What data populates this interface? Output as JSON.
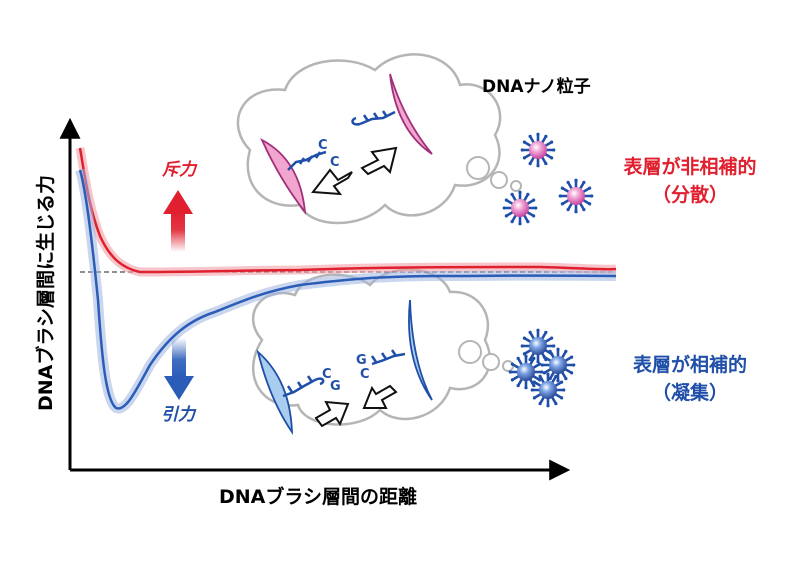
{
  "axes": {
    "y_label": "DNAブラシ層間に生じる力",
    "x_label": "DNAブラシ層間の距離"
  },
  "force": {
    "repulsive_label": "斥力",
    "attractive_label": "引力"
  },
  "nanoparticle_title": "DNAナノ粒子",
  "cases": {
    "noncomplementary": {
      "line1": "表層が非相補的",
      "line2": "（分散）",
      "color": "#e0202f",
      "terminal_bases": [
        "C",
        "C"
      ]
    },
    "complementary": {
      "line1": "表層が相補的",
      "line2": "（凝集）",
      "color": "#1f4fa8",
      "terminal_bases": [
        "C",
        "G",
        "G",
        "C"
      ]
    }
  },
  "colors": {
    "repulsive": "#e0202f",
    "attractive": "#2a5cb8",
    "dna": "#1f4fa8",
    "surface_pink": "#f2a6cf",
    "surface_blue": "#a9cdee"
  }
}
